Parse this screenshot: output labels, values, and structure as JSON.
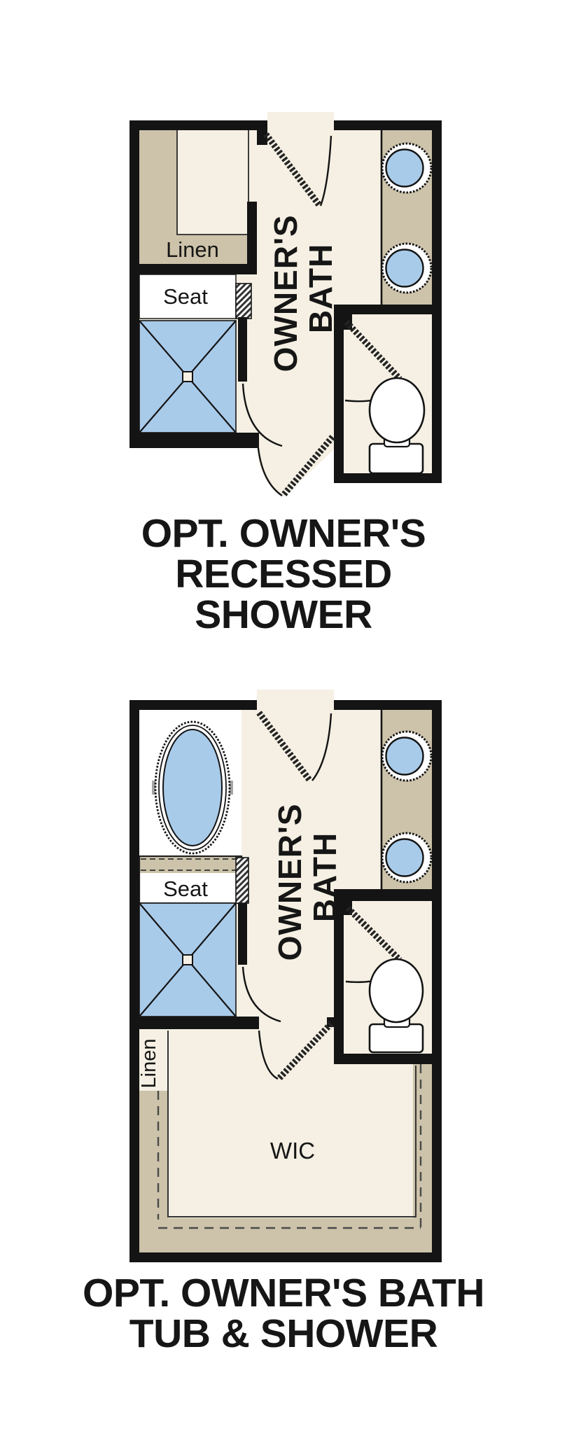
{
  "colors": {
    "wall": "#141414",
    "floor": "#f5f0e3",
    "fixture_blue": "#a9cbea",
    "cabinet_tan": "#cdc3aa",
    "white": "#ffffff",
    "label": "#161616"
  },
  "plan_top": {
    "labels": {
      "room_line1": "OWNER'S",
      "room_line2": "BATH",
      "linen": "Linen",
      "seat": "Seat"
    },
    "caption": [
      "OPT. OWNER'S",
      "RECESSED",
      "SHOWER"
    ]
  },
  "plan_bottom": {
    "labels": {
      "room_line1": "OWNER'S",
      "room_line2": "BATH",
      "linen": "Linen",
      "seat": "Seat",
      "wic": "WIC"
    },
    "caption": [
      "OPT. OWNER'S BATH",
      "TUB & SHOWER"
    ]
  }
}
